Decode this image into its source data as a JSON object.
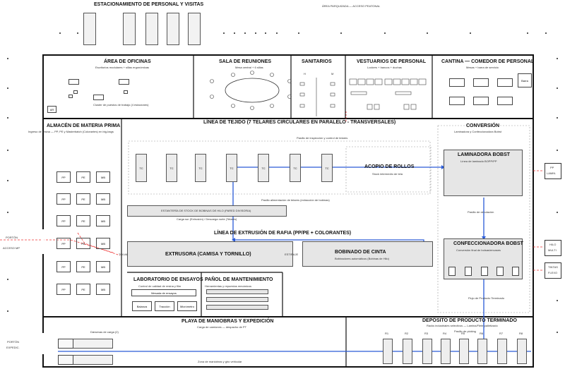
{
  "top": {
    "parking_title": "ESTACIONAMIENTO DE PERSONAL Y VISITAS",
    "pedestrian": "ÁREA PARQUIZADA — ACCESO PEATONAL"
  },
  "offices": {
    "title": "ÁREA DE OFICINAS",
    "sub": "Escritorios modulares + sillas ergonómicas",
    "cluster": "Cluster de puestos de trabajo (4 estaciones)",
    "ar": "AR"
  },
  "meeting": {
    "title": "SALA DE REUNIONES",
    "sub": "Mesa central + 6 sillas"
  },
  "sanitary": {
    "title": "SANITARIOS",
    "h": "H",
    "m": "M"
  },
  "lockers": {
    "title": "VESTUARIOS DE PERSONAL",
    "sub": "Lockers + bancos + duchas"
  },
  "canteen": {
    "title": "CANTINA — COMEDOR DE PERSONAL",
    "sub": "Mesas + barra de servicio",
    "bar": "Barra"
  },
  "raw": {
    "title": "ALMACÉN DE MATERIA PRIMA",
    "sub": "Ingreso de resina — PP, PE y Masterbatch (Colorantes) en big-bags",
    "bins": [
      "PP",
      "PE",
      "MB"
    ]
  },
  "weaving": {
    "title": "LÍNEA DE TEJIDO (7 TELARES CIRCULARES EN PARALELO - TRANSVERSALES)",
    "aisle_top": "Pasillo de inspección y control de telares",
    "looms": [
      "TC",
      "TC",
      "TC",
      "TC",
      "TC",
      "TC",
      "TC"
    ],
    "aisle_mid": "Pasillo alimentación de telares (extracción de bobinas)",
    "shelf": "ESTANTERÍA DE STOCK DE BOBINAS DE HILO (PARED DIVISORIA)",
    "shelf_sub": "Carga sur (Extrusión) / Descarga norte (Telares)",
    "acopio": "ACOPIO DE ROLLOS",
    "acopio_sub": "Stock intermedio de tela"
  },
  "conversion": {
    "title": "CONVERSIÓN",
    "sub": "Laminadora y Confeccionadora Bobst",
    "lam": "LAMINADORA BOBST",
    "lam_sub": "Línea de laminado BOPP/PP",
    "aisle": "Pasillo de circulación",
    "conf": "CONFECCIONADORA BOBST",
    "conf_sub": "Conversión final de bolsas/envases",
    "flow": "Flujo de Producto Terminado",
    "side_pp": [
      "PP",
      "LAMIN."
    ],
    "side_hilo": [
      "HILO",
      "MULTI"
    ],
    "side_tintas": [
      "TINTAS",
      "FLEXO"
    ]
  },
  "extrusion": {
    "title": "LÍNEA DE EXTRUSIÓN DE RAFIA (PP/PE + COLORANTES)",
    "machine": "EXTRUSORA (CAMISA Y TORNILLO)",
    "tolva": "TOLVA",
    "estiraje": "ESTIRAJE",
    "winder": "BOBINADO DE CINTA",
    "winder_sub": "Bobinadores automáticos (Bobinas de Hilo)"
  },
  "lab": {
    "title": "LABORATORIO DE ENSAYOS",
    "sub": "Control de calidad de resina y film",
    "table": "Mesada de ensayos",
    "b1": "Balanza",
    "b2": "Tracción",
    "b3": "Micrómetro"
  },
  "maint": {
    "title": "PAÑOL DE MANTENIMIENTO",
    "sub": "Herramientas y repuestos mecánicos"
  },
  "left": {
    "gate1": "PORTÓN",
    "gate1b": "ACCESO MP",
    "gate2": "PORTÓN",
    "gate2b": "EXPEDIC."
  },
  "yard": {
    "title": "PLAYA DE MANIOBRAS Y EXPEDICIÓN",
    "sub": "Carga de camiones — despacho de PT",
    "trucks": "Dársenas de carga (2)",
    "zone": "Zona de maniobras y giro vehicular"
  },
  "depot": {
    "title": "DEPÓSITO DE PRODUCTO TERMINADO",
    "sub": "Racks industriales selectivos — Lamina/Flete palletizado",
    "aisle": "Pasillo de picking",
    "racks": [
      "R1",
      "R2",
      "R3",
      "R4",
      "R5",
      "R6",
      "R7",
      "R8"
    ]
  }
}
